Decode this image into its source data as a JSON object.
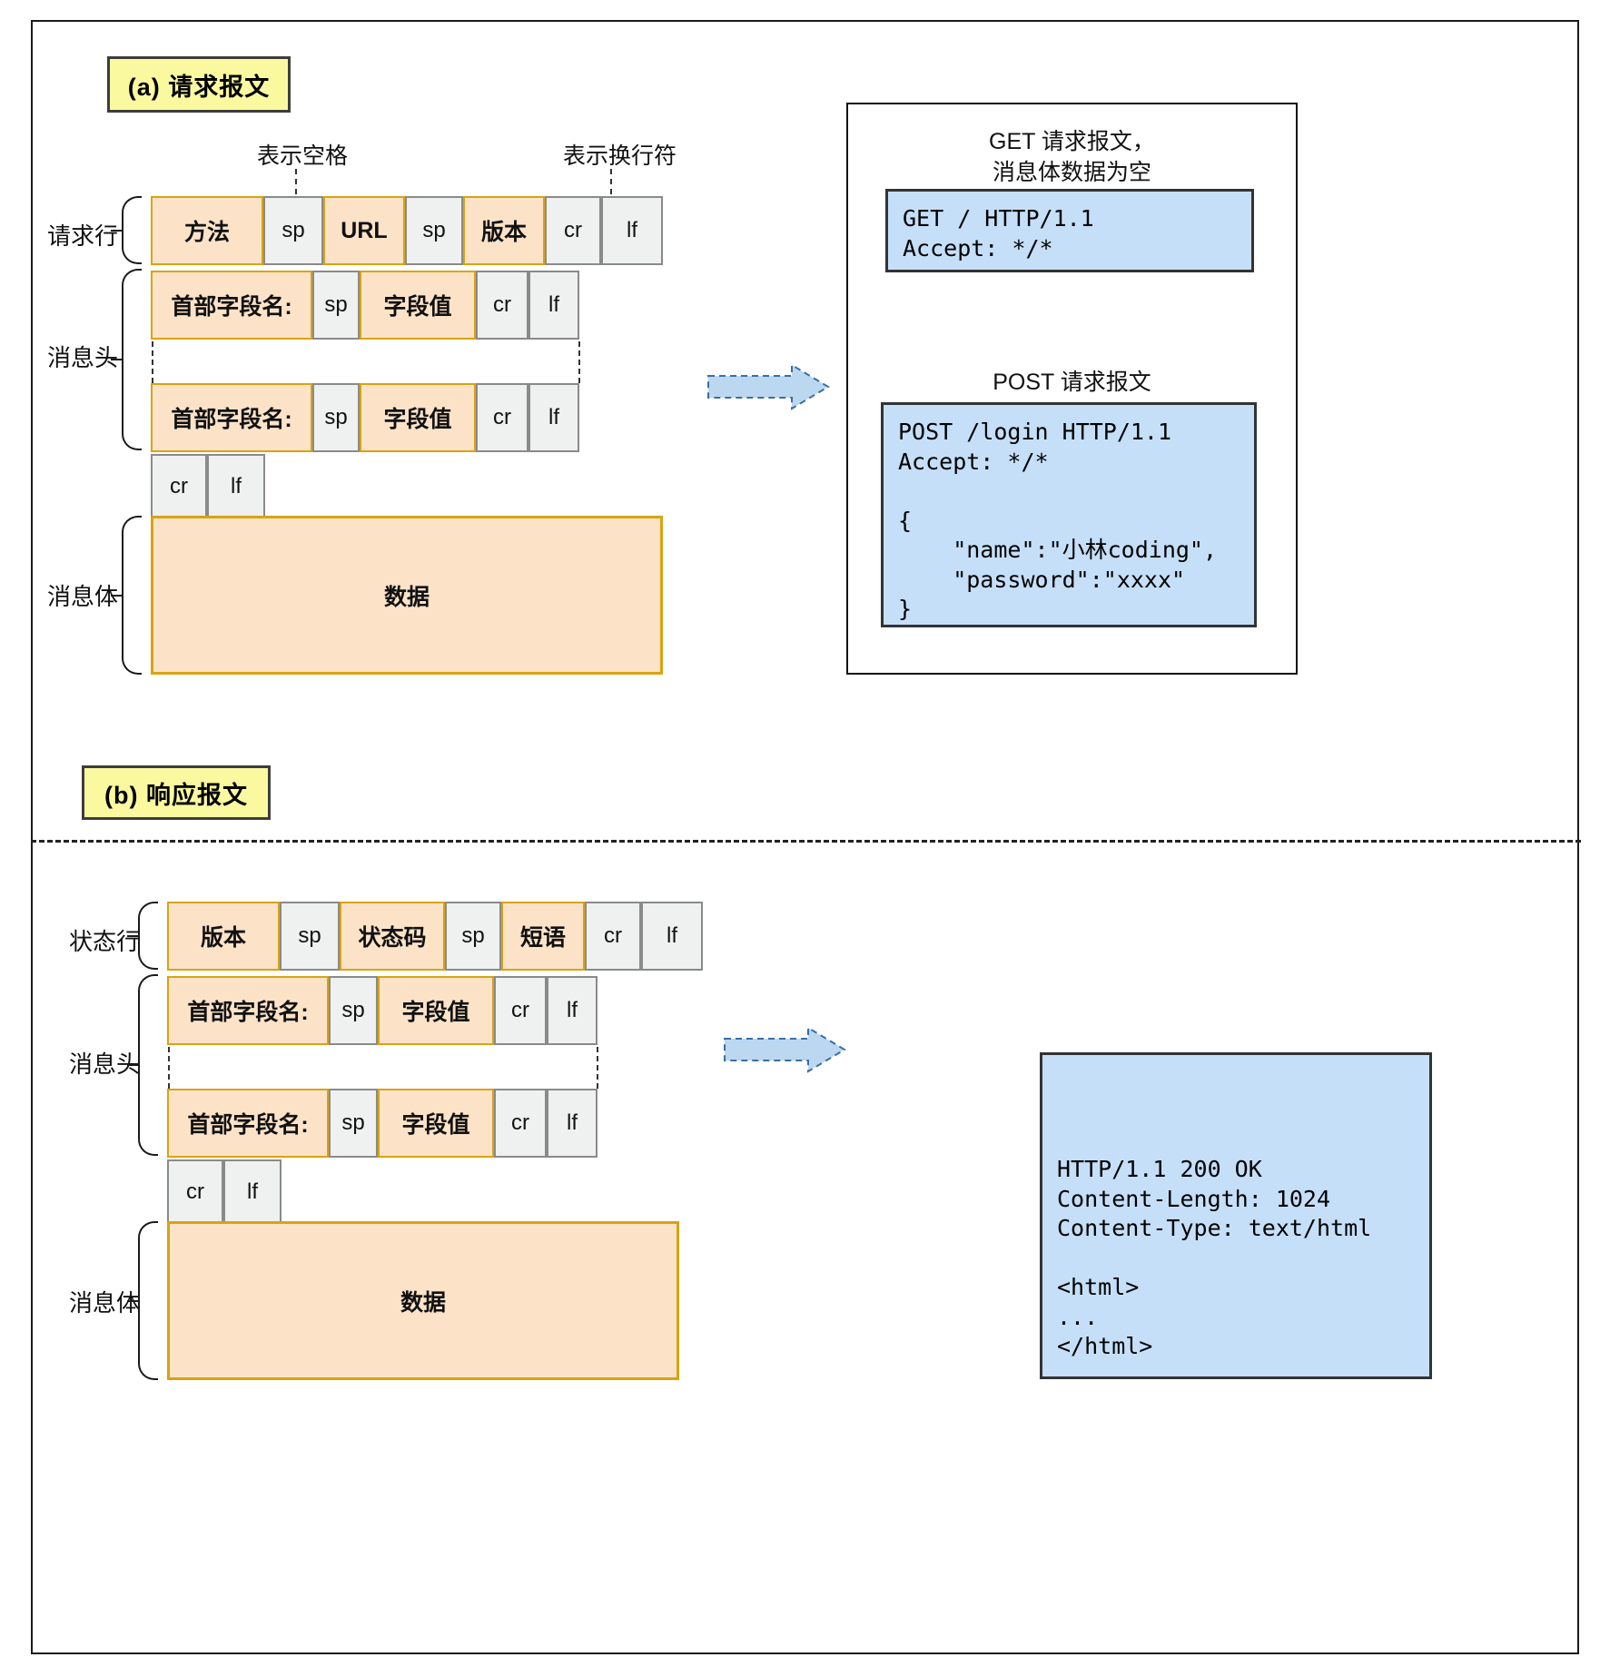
{
  "sections": [
    {
      "title": "(a) 请求报文",
      "callouts": {
        "space": "表示空格",
        "newline": "表示换行符"
      },
      "group_labels": {
        "line": "请求行",
        "headers": "消息头",
        "body": "消息体"
      },
      "request_line": [
        {
          "text": "方法",
          "kind": "orange"
        },
        {
          "text": "sp",
          "kind": "gray"
        },
        {
          "text": "URL",
          "kind": "orange"
        },
        {
          "text": "sp",
          "kind": "gray"
        },
        {
          "text": "版本",
          "kind": "orange"
        },
        {
          "text": "cr",
          "kind": "gray"
        },
        {
          "text": "lf",
          "kind": "gray"
        }
      ],
      "header_row": [
        {
          "text": "首部字段名:",
          "kind": "orange"
        },
        {
          "text": "sp",
          "kind": "gray"
        },
        {
          "text": "字段值",
          "kind": "orange"
        },
        {
          "text": "cr",
          "kind": "gray"
        },
        {
          "text": "lf",
          "kind": "gray"
        }
      ],
      "blank_line": [
        {
          "text": "cr",
          "kind": "gray"
        },
        {
          "text": "lf",
          "kind": "gray"
        }
      ],
      "body_cell": "数据",
      "panel": {
        "get_caption": "GET 请求报文，\n消息体数据为空",
        "get_message": "GET / HTTP/1.1\nAccept: */*",
        "post_caption": "POST 请求报文",
        "post_message": "POST /login HTTP/1.1\nAccept: */*\n\n{\n    \"name\":\"小林coding\",\n    \"password\":\"xxxx\"\n}"
      }
    },
    {
      "title": "(b) 响应报文",
      "group_labels": {
        "line": "状态行",
        "headers": "消息头",
        "body": "消息体"
      },
      "status_line": [
        {
          "text": "版本",
          "kind": "orange"
        },
        {
          "text": "sp",
          "kind": "gray"
        },
        {
          "text": "状态码",
          "kind": "orange"
        },
        {
          "text": "sp",
          "kind": "gray"
        },
        {
          "text": "短语",
          "kind": "orange"
        },
        {
          "text": "cr",
          "kind": "gray"
        },
        {
          "text": "lf",
          "kind": "gray"
        }
      ],
      "header_row": [
        {
          "text": "首部字段名:",
          "kind": "orange"
        },
        {
          "text": "sp",
          "kind": "gray"
        },
        {
          "text": "字段值",
          "kind": "orange"
        },
        {
          "text": "cr",
          "kind": "gray"
        },
        {
          "text": "lf",
          "kind": "gray"
        }
      ],
      "blank_line": [
        {
          "text": "cr",
          "kind": "gray"
        },
        {
          "text": "lf",
          "kind": "gray"
        }
      ],
      "body_cell": "数据",
      "panel": {
        "response_message": "HTTP/1.1 200 OK\nContent-Length: 1024\nContent-Type: text/html\n\n<html>\n...\n</html>"
      }
    }
  ],
  "colors": {
    "orange_fill": "#fce3c8",
    "orange_border": "#d9a311",
    "gray_fill": "#eff0f0",
    "gray_border": "#8a8a8a",
    "blue_fill": "#c5dff8",
    "yellow_fill": "#fbf9a0",
    "arrow_fill": "#bcd7f0"
  }
}
